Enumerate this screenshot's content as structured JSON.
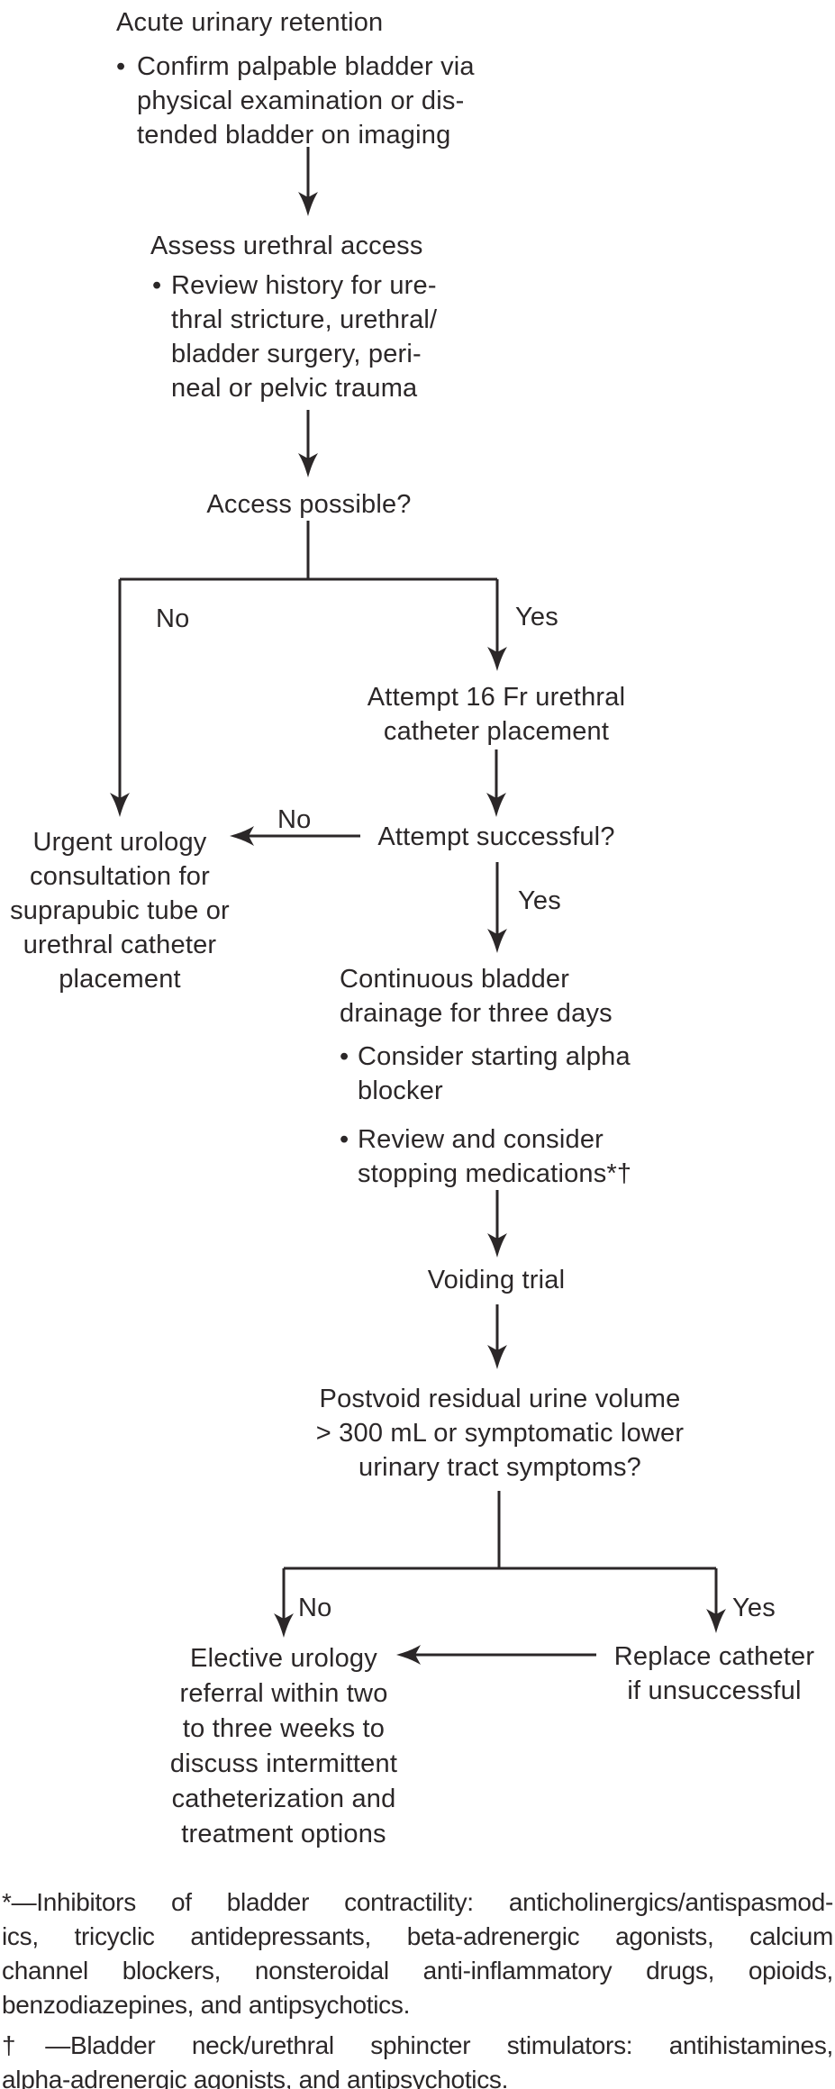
{
  "flowchart": {
    "bullet": "•",
    "nodes": {
      "acute": {
        "title": "Acute urinary retention",
        "bullet_lines": [
          "Confirm palpable bladder via",
          "physical examination or dis-",
          "tended bladder on imaging"
        ]
      },
      "assess": {
        "title": "Assess urethral access",
        "bullet_lines": [
          "Review history for ure-",
          "thral stricture, urethral/",
          "bladder surgery, peri-",
          "neal or pelvic trauma"
        ]
      },
      "access_question": "Access possible?",
      "attempt_lines": [
        "Attempt 16 Fr urethral",
        "catheter placement"
      ],
      "attempt_question": "Attempt successful?",
      "urgent_lines": [
        "Urgent urology",
        "consultation for",
        "suprapubic tube or",
        "urethral catheter",
        "placement"
      ],
      "continuous": {
        "title_lines": [
          "Continuous bladder",
          "drainage for three days"
        ],
        "bullet1_lines": [
          "Consider starting alpha",
          "blocker"
        ],
        "bullet2_lines": [
          "Review and consider",
          "stopping medications*†"
        ]
      },
      "voiding": "Voiding trial",
      "postvoid_lines": [
        "Postvoid residual urine volume",
        "> 300 mL or symptomatic lower",
        "urinary tract symptoms?"
      ],
      "elective_lines": [
        "Elective urology",
        "referral within two",
        "to three weeks to",
        "discuss intermittent",
        "catheterization and",
        "treatment options"
      ],
      "replace_lines": [
        "Replace catheter",
        "if unsuccessful"
      ]
    },
    "branch_labels": {
      "no1": "No",
      "yes1": "Yes",
      "no2": "No",
      "yes2": "Yes",
      "no3": "No",
      "yes3": "Yes"
    }
  },
  "footnotes": {
    "note1_lines": [
      "*—Inhibitors of bladder contractility: anticholinergics/antispasmod-",
      "ics, tricyclic antidepressants, beta-adrenergic agonists, calcium",
      "channel blockers, nonsteroidal anti-inflammatory drugs, opioids,",
      "benzodiazepines, and antipsychotics."
    ],
    "note2_lines": [
      "†—Bladder neck/urethral sphincter stimulators: antihistamines,",
      "alpha-adrenergic agonists, and antipsychotics."
    ]
  },
  "colors": {
    "ink": "#2b2728",
    "background": "#ffffff"
  }
}
